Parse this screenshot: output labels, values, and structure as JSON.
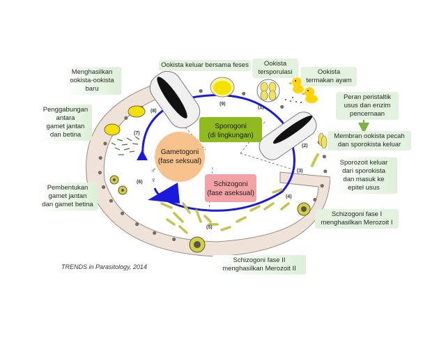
{
  "labels": {
    "oocyst_out": "Ookista keluar bersama feses",
    "sporulated": "Ookista\ntersporulasi",
    "eaten": "Ookista\ntermakan ayam",
    "peristaltic": "Peran peristaltik\nusus dan enzim\npencernaan",
    "membrane": "Membran ookista pecah\ndan sporokista keluar",
    "sporozoite": "Sporozoit keluar\ndari sporokista\ndan masuk ke\nepitel usus",
    "schizo1": "Schizogoni fase I\nmenghasilkan Merozoit I",
    "schizo2": "Schizogoni fase II\nmenghasilkan Merozoit II",
    "gamete_form": "Pembentukan\ngamet jantan\ndan gamet betina",
    "gamete_join": "Penggabungan\nantara\ngamet jantan\ndan betina",
    "new_oocyst": "Menghasilkan\nookista-ookista\nbaru"
  },
  "phases": {
    "sporogony": [
      "Sporogoni",
      "(di lingkungan)"
    ],
    "schizogony": [
      "Schizogoni",
      "(fase aseksual)"
    ],
    "gametogony": [
      "Gametogoni",
      "(fase seksual)"
    ]
  },
  "stage_numbers": [
    "(1)",
    "(2)",
    "(3)",
    "(4)",
    "(5)",
    "(6)",
    "(7)",
    "(8)",
    "(9)"
  ],
  "sex_symbols": [
    "♂",
    "♀"
  ],
  "credit": "TRENDS in Parasitology, 2014",
  "colors": {
    "cycle_arrow": "#1a1adf",
    "sporogony": "#8fbb1f",
    "schizogony": "#f3a3a6",
    "gametogony": "#f7c28c",
    "epithelium": "#efe2d8",
    "label_bg": "#e3f1df"
  }
}
